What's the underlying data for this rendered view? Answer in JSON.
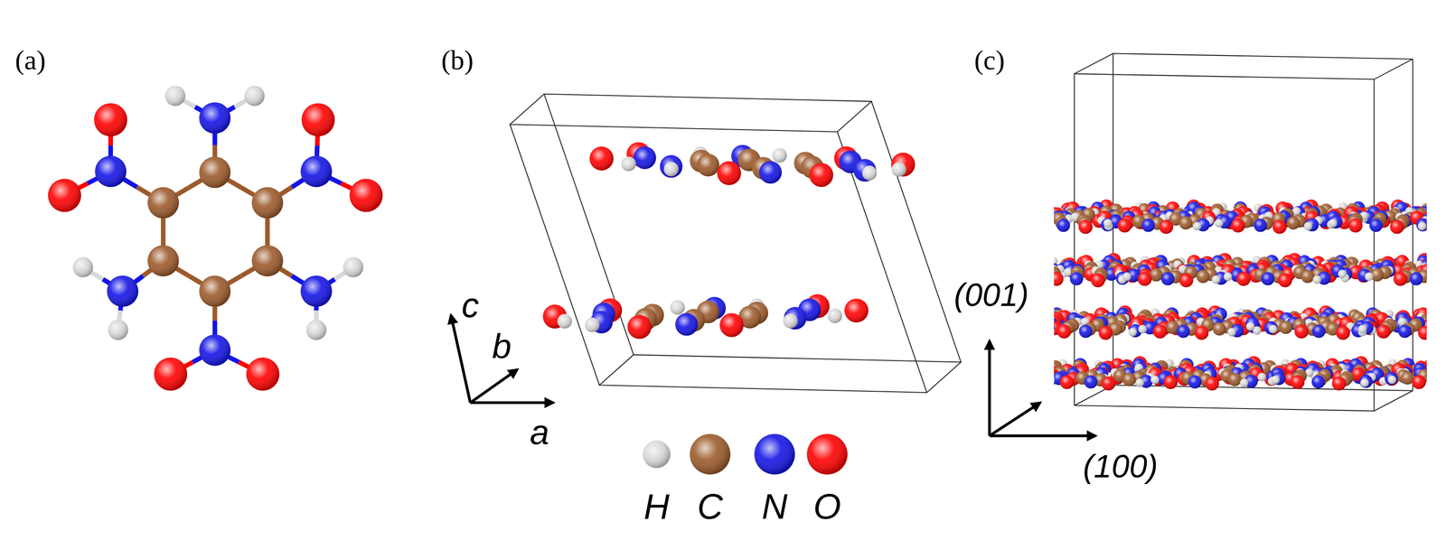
{
  "diagram": {
    "labels": [
      "(a)",
      "(b)",
      "c",
      "b",
      "a",
      "(c)",
      "(001)",
      "(100)"
    ],
    "legend": [
      {
        "text": "H",
        "color": "#d9d9d9"
      },
      {
        "text": "C",
        "color": "#9c5a2b"
      },
      {
        "text": "N",
        "color": "#1414e6"
      },
      {
        "text": "O",
        "color": "#ff0000"
      }
    ]
  }
}
